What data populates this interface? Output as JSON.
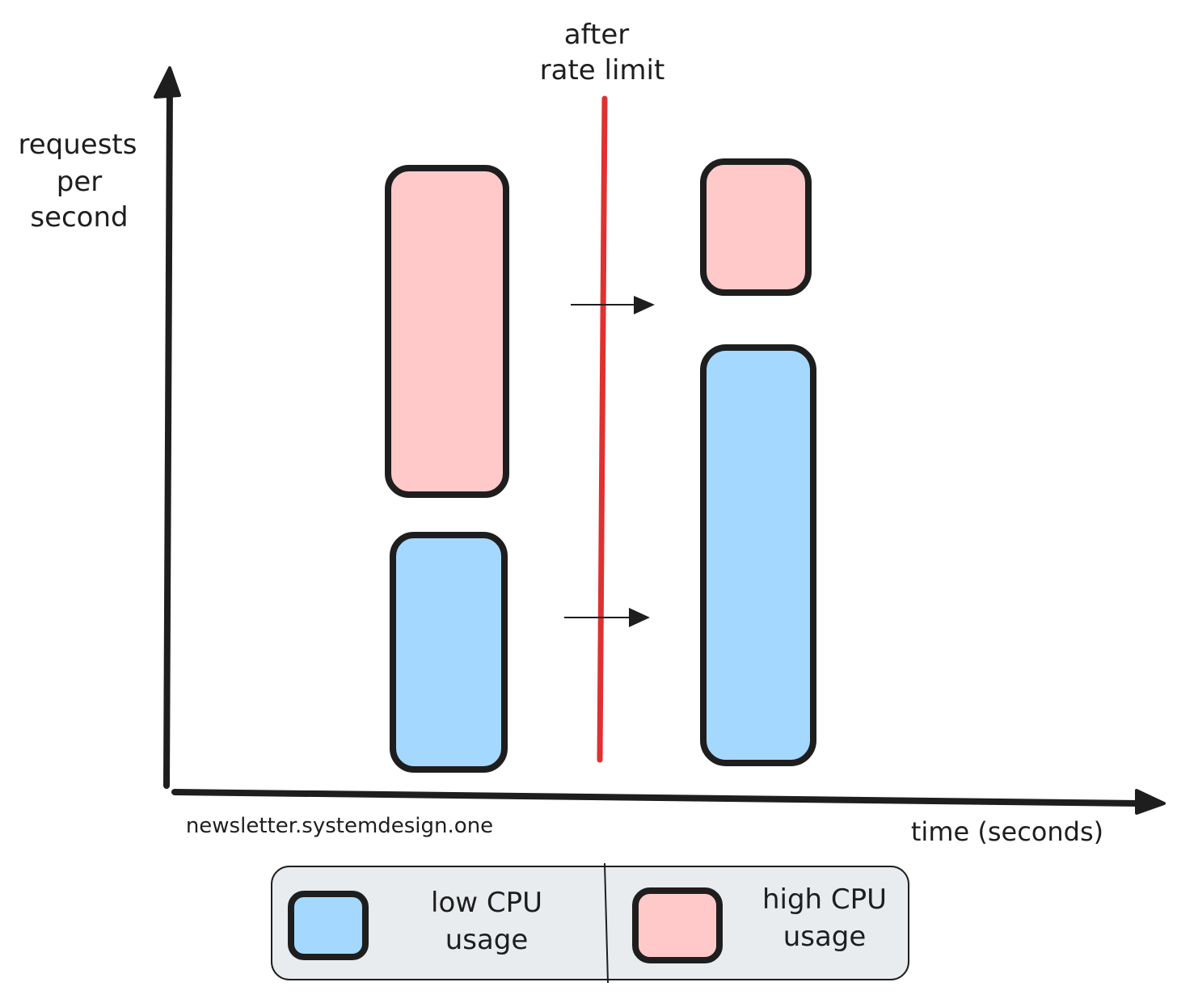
{
  "axes": {
    "y_label_lines": [
      "requests",
      "per",
      "second"
    ],
    "x_label": "time (seconds)"
  },
  "annotation": {
    "lines": [
      "after",
      "rate limit"
    ],
    "line_color": "#e03131"
  },
  "watermark": "newsletter.systemdesign.one",
  "legend": {
    "items": [
      {
        "lines": [
          "low CPU",
          "usage"
        ],
        "color": "#a5d8ff"
      },
      {
        "lines": [
          "high CPU",
          "usage"
        ],
        "color": "#ffc9c9"
      }
    ],
    "background": "#e9ecef"
  },
  "colors": {
    "low_cpu": "#a5d8ff",
    "high_cpu": "#ffc9c9",
    "stroke": "#1e1e1e"
  }
}
